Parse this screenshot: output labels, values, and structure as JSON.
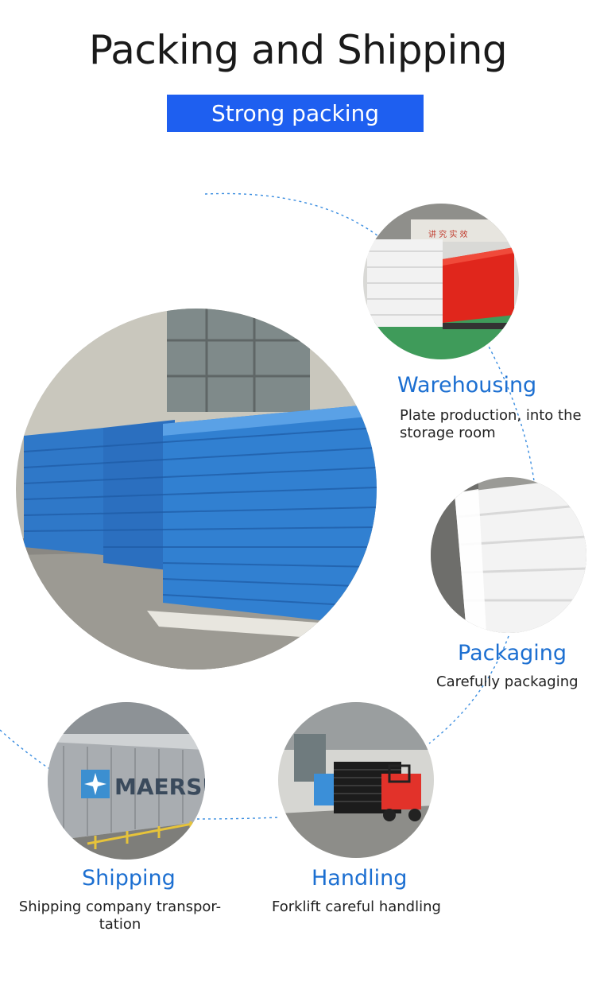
{
  "header": {
    "title": "Packing and Shipping",
    "subtitle": "Strong packing"
  },
  "colors": {
    "banner": "#1e5ff0",
    "label": "#1c6fd1",
    "dotted_path": "#3a8de0"
  },
  "steps": {
    "warehousing": {
      "label": "Warehousing",
      "desc_line1": "Plate production, into the",
      "desc_line2": "storage room"
    },
    "packaging": {
      "label": "Packaging",
      "desc": "Carefully packaging"
    },
    "shipping": {
      "label": "Shipping",
      "desc_line1": "Shipping company transpor-",
      "desc_line2": "tation"
    },
    "handling": {
      "label": "Handling",
      "desc": "Forklift careful handling"
    }
  },
  "photos": {
    "container_text": "MAERSK",
    "wall_sign": "讲 究 实 效"
  }
}
